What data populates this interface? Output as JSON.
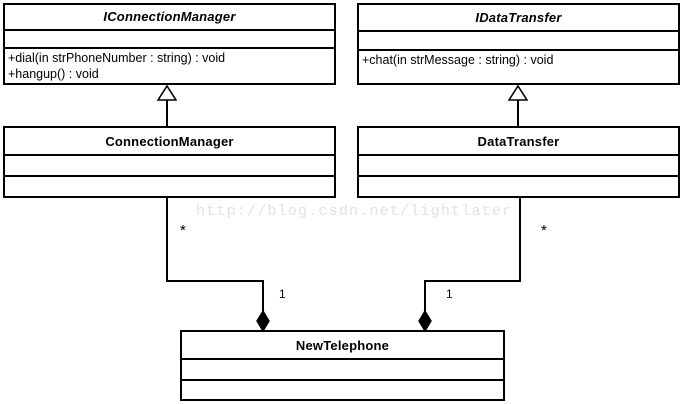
{
  "diagram": {
    "type": "uml-class-diagram",
    "watermark": "http://blog.csdn.net/lightlater",
    "classes": [
      {
        "id": "iconnectionmanager",
        "name": "IConnectionManager",
        "stereotype": "interface",
        "italic": true,
        "attributes": [],
        "operations": [
          "+dial(in strPhoneNumber : string) : void",
          "+hangup() : void"
        ]
      },
      {
        "id": "idatatransfer",
        "name": "IDataTransfer",
        "stereotype": "interface",
        "italic": true,
        "attributes": [],
        "operations": [
          "+chat(in strMessage : string) : void"
        ]
      },
      {
        "id": "connectionmanager",
        "name": "ConnectionManager",
        "stereotype": "class",
        "italic": false,
        "attributes": [],
        "operations": []
      },
      {
        "id": "datatransfer",
        "name": "DataTransfer",
        "stereotype": "class",
        "italic": false,
        "attributes": [],
        "operations": []
      },
      {
        "id": "newtelephone",
        "name": "NewTelephone",
        "stereotype": "class",
        "italic": false,
        "attributes": [],
        "operations": []
      }
    ],
    "relationships": [
      {
        "id": "gen-left",
        "kind": "generalization",
        "from": "ConnectionManager",
        "to": "IConnectionManager"
      },
      {
        "id": "gen-right",
        "kind": "generalization",
        "from": "DataTransfer",
        "to": "IDataTransfer"
      },
      {
        "id": "comp-left",
        "kind": "composition",
        "whole": "NewTelephone",
        "part": "ConnectionManager",
        "part_multiplicity": "*",
        "whole_multiplicity": "1"
      },
      {
        "id": "comp-right",
        "kind": "composition",
        "whole": "NewTelephone",
        "part": "DataTransfer",
        "part_multiplicity": "*",
        "whole_multiplicity": "1"
      }
    ],
    "multiplicity_labels": {
      "left_star": "*",
      "left_one": "1",
      "right_star": "*",
      "right_one": "1"
    }
  }
}
